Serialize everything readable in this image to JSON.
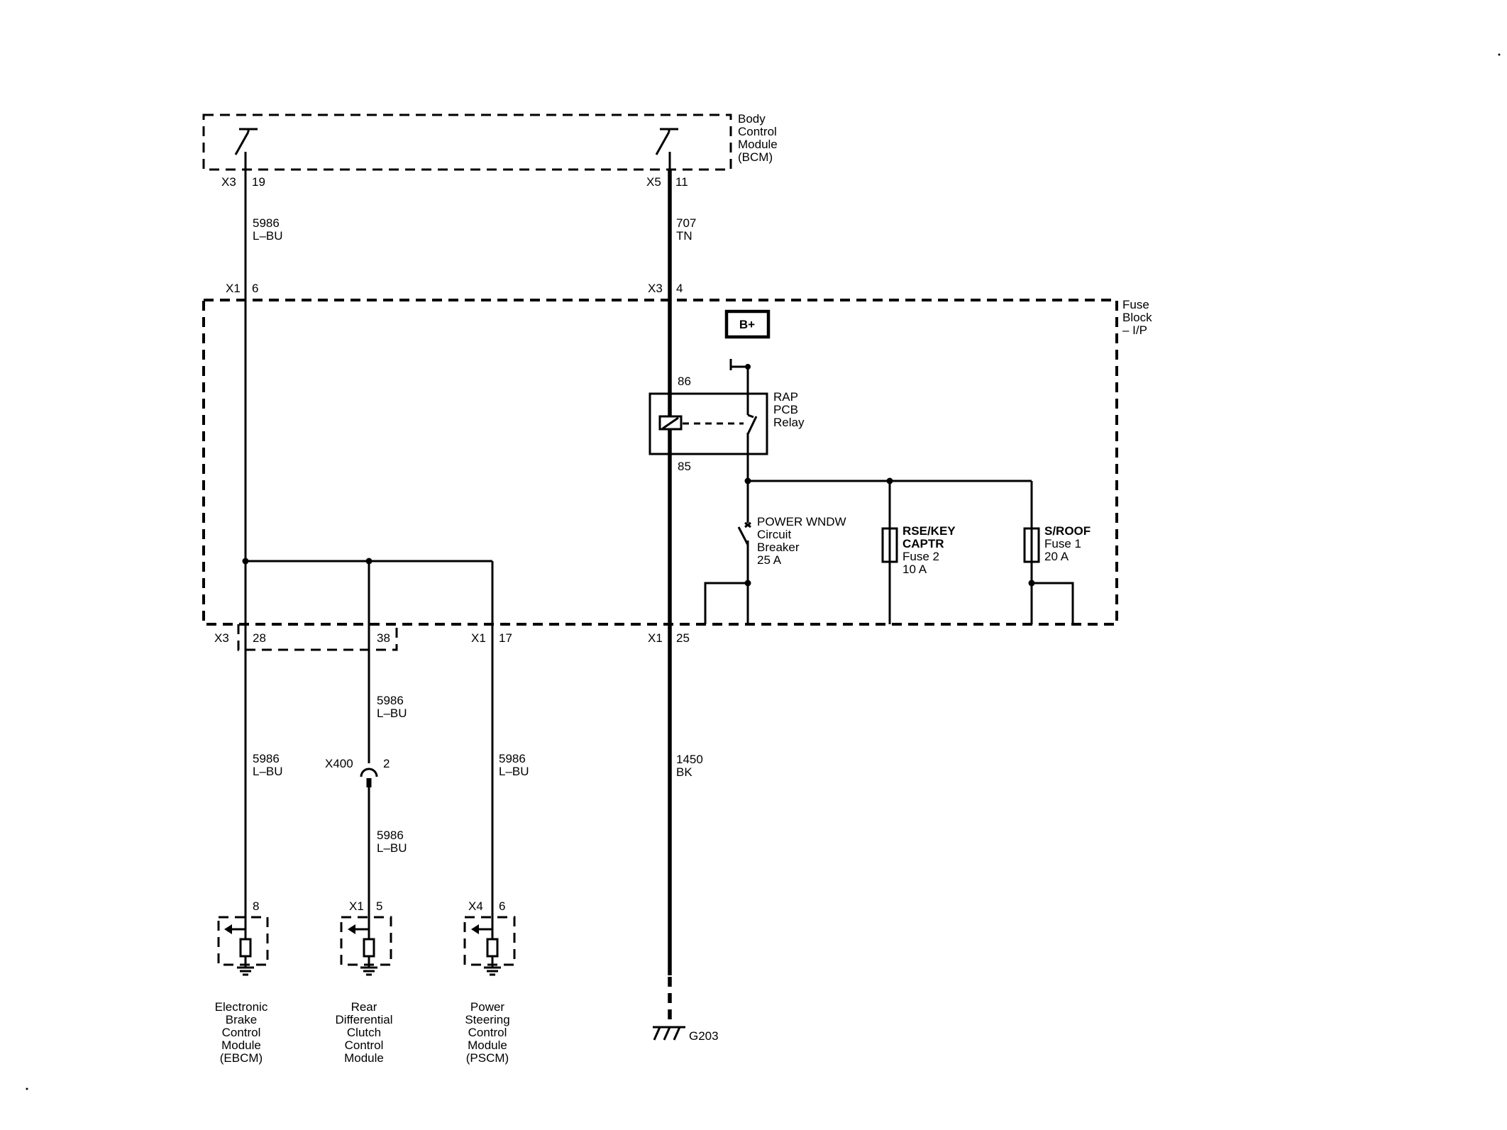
{
  "bcm": {
    "label": [
      "Body",
      "Control",
      "Module",
      "(BCM)"
    ]
  },
  "fuse_block": {
    "label": [
      "Fuse",
      "Block",
      "– I/P"
    ]
  },
  "bplus": "B+",
  "relay": {
    "label": [
      "RAP",
      "PCB",
      "Relay"
    ],
    "pin_top": "86",
    "pin_bottom": "85"
  },
  "breaker": {
    "label": [
      "POWER WNDW",
      "Circuit",
      "Breaker",
      "25 A"
    ]
  },
  "fuse2": {
    "label": [
      "RSE/KEY",
      "CAPTR",
      "Fuse 2",
      "10 A"
    ]
  },
  "fuse1": {
    "label": [
      "S/ROOF",
      "Fuse 1",
      "20 A"
    ]
  },
  "connectors": {
    "bcm_left": {
      "conn": "X3",
      "pin": "19"
    },
    "bcm_right": {
      "conn": "X5",
      "pin": "11"
    },
    "fb_left_top": {
      "conn": "X1",
      "pin": "6"
    },
    "fb_right_top": {
      "conn": "X3",
      "pin": "4"
    },
    "fb_x3_28": {
      "conn": "X3",
      "pin": "28"
    },
    "fb_38": {
      "pin": "38"
    },
    "fb_x1_17": {
      "conn": "X1",
      "pin": "17"
    },
    "fb_x1_25": {
      "conn": "X1",
      "pin": "25"
    },
    "x400": {
      "conn": "X400",
      "pin": "2"
    },
    "ebcm": {
      "pin": "8"
    },
    "rdccm": {
      "conn": "X1",
      "pin": "5"
    },
    "pscm": {
      "conn": "X4",
      "pin": "6"
    }
  },
  "wires": {
    "w1": [
      "5986",
      "L–BU"
    ],
    "w2": [
      "707",
      "TN"
    ],
    "w3": [
      "5986",
      "L–BU"
    ],
    "w4": [
      "5986",
      "L–BU"
    ],
    "w5": [
      "5986",
      "L–BU"
    ],
    "w6": [
      "5986",
      "L–BU"
    ],
    "w7": [
      "1450",
      "BK"
    ]
  },
  "modules": {
    "ebcm": [
      "Electronic",
      "Brake",
      "Control",
      "Module",
      "(EBCM)"
    ],
    "rdccm": [
      "Rear",
      "Differential",
      "Clutch",
      "Control",
      "Module"
    ],
    "pscm": [
      "Power",
      "Steering",
      "Control",
      "Module",
      "(PSCM)"
    ]
  },
  "ground": "G203"
}
